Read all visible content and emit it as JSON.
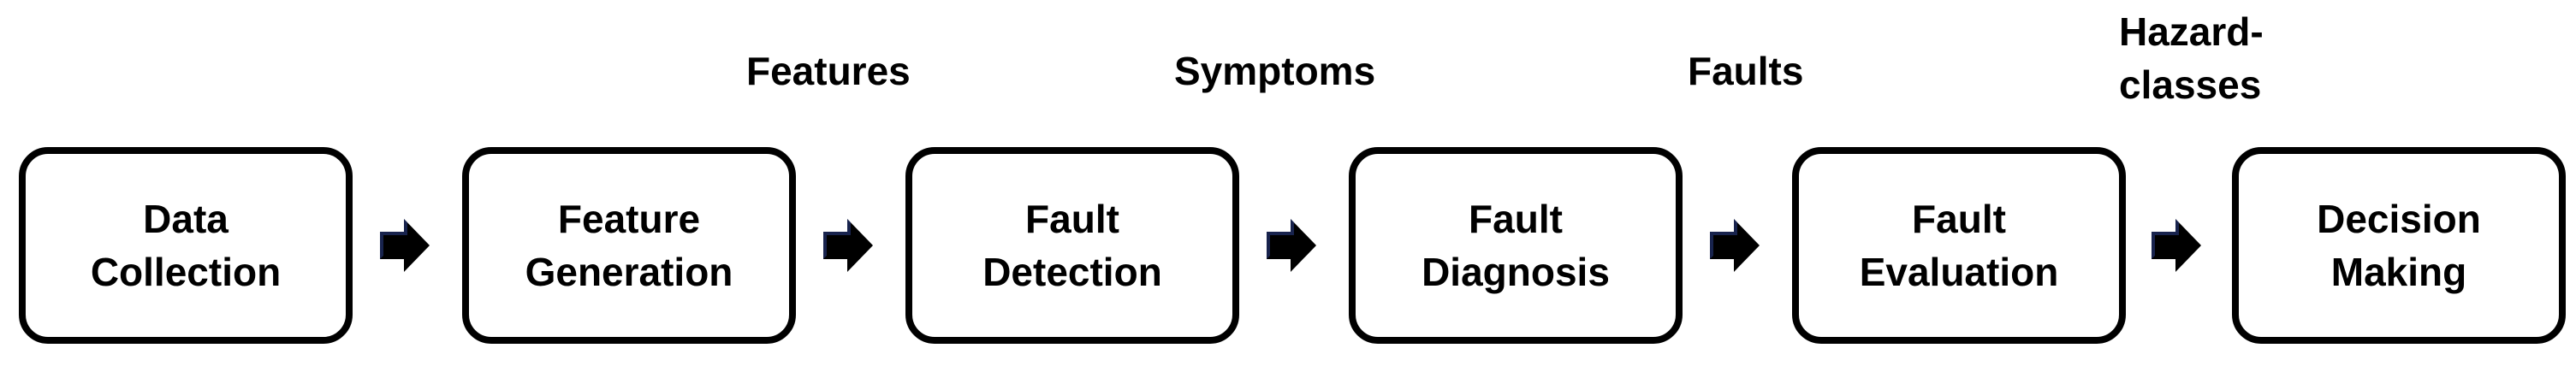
{
  "diagram": {
    "steps": [
      {
        "label": "Data\nCollection"
      },
      {
        "label": "Feature\nGeneration"
      },
      {
        "label": "Fault\nDetection"
      },
      {
        "label": "Fault\nDiagnosis"
      },
      {
        "label": "Fault\nEvaluation"
      },
      {
        "label": "Decision\nMaking"
      }
    ],
    "edge_labels": [
      {
        "text": ""
      },
      {
        "text": "Features"
      },
      {
        "text": "Symptoms"
      },
      {
        "text": "Faults"
      },
      {
        "text": "Hazard-\nclasses"
      }
    ],
    "colors": {
      "stroke": "#000000",
      "arrow_fill": "#000000",
      "arrow_highlight": "#2b3f8c",
      "background": "#ffffff"
    },
    "arrow_icon": "right-arrow-icon"
  }
}
